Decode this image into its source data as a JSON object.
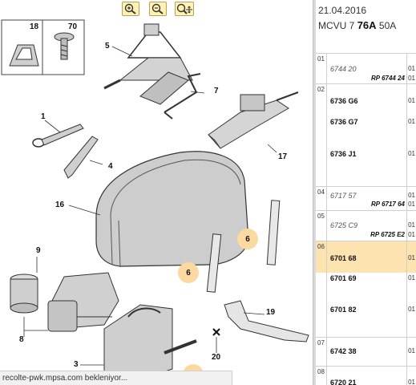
{
  "toolbar": {
    "zoom_in_icon": "zoom-in-icon",
    "zoom_out_icon": "zoom-out-icon",
    "zoom_move_icon": "zoom-move-icon"
  },
  "diagram": {
    "inset_labels": [
      "18",
      "70"
    ],
    "callouts": [
      "5",
      "7",
      "1",
      "17",
      "4",
      "16",
      "6",
      "6",
      "9",
      "19",
      "8",
      "20",
      "3"
    ],
    "hotspot_color": "#fcd9a0"
  },
  "status_bar": {
    "text": "recolte-pwk.mpsa.com bekleniyor..."
  },
  "panel": {
    "date": "21.04.2016",
    "model_prefix": "MCVU 7",
    "model_code": "76A",
    "model_suffix": "50A",
    "selected_color": "#fde3b0",
    "rows": [
      {
        "num": "01",
        "lines": [
          {
            "part": "6744 20",
            "alt": true,
            "qty": "01"
          },
          {
            "rp": "RP 6744 24",
            "qty": "01"
          }
        ]
      },
      {
        "num": "02",
        "lines": [
          {
            "part": "6736 G6",
            "qty": "01"
          },
          {
            "part": "6736 G7",
            "qty": "01"
          },
          {
            "part": "6736 J1",
            "qty": "01"
          }
        ]
      },
      {
        "num": "04",
        "lines": [
          {
            "part": "6717 57",
            "alt": true,
            "qty": "01"
          },
          {
            "rp": "RP 6717 64",
            "qty": "01"
          }
        ]
      },
      {
        "num": "05",
        "lines": [
          {
            "part": "6725 C9",
            "alt": true,
            "qty": "01"
          },
          {
            "rp": "RP 6725 E2",
            "qty": "01"
          }
        ]
      },
      {
        "num": "06",
        "lines": [
          {
            "part": "6701 68",
            "qty": "01"
          }
        ]
      },
      {
        "num": "",
        "lines": [
          {
            "part": "6701 69",
            "qty": "01"
          },
          {
            "part": "6701 82",
            "qty": "01"
          }
        ]
      },
      {
        "num": "07",
        "lines": [
          {
            "part": "6742 38",
            "qty": "01"
          }
        ]
      },
      {
        "num": "08",
        "lines": [
          {
            "part": "6720 21",
            "qty": "01"
          }
        ]
      }
    ]
  }
}
